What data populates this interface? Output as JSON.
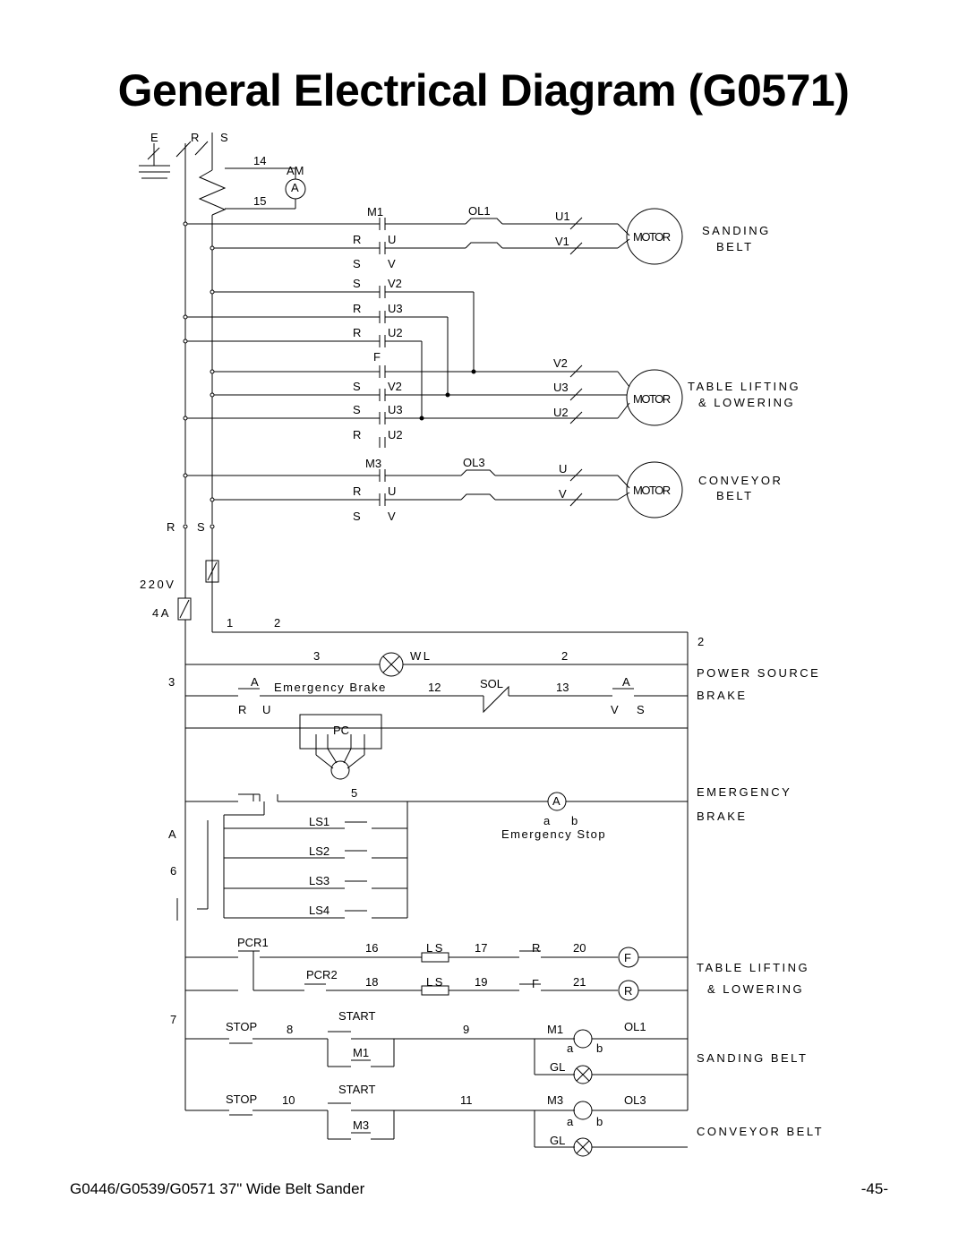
{
  "title": "General Electrical Diagram (G0571)",
  "labels": {
    "e": "E",
    "r": "R",
    "s": "S",
    "u": "U",
    "v": "V",
    "f": "F",
    "n14": "14",
    "n15": "15",
    "am": "AM",
    "ammeter": "A",
    "m1": "M1",
    "m3": "M3",
    "ol1": "OL1",
    "ol3": "OL3",
    "u1": "U1",
    "v1": "V1",
    "u2": "U2",
    "u3": "U3",
    "v2": "V2",
    "motor": "MOTOR",
    "sanding1": "SANDING",
    "belt": "BELT",
    "tl1": "TABLE LIFTING",
    "tl2": "& LOWERING",
    "conveyor": "CONVEYOR",
    "v220": "220V",
    "a4": "4A",
    "n1": "1",
    "n2": "2",
    "n3": "3",
    "n5": "5",
    "n6": "6",
    "n7": "7",
    "n8": "8",
    "n9": "9",
    "n10": "10",
    "n11": "11",
    "n12": "12",
    "n13": "13",
    "n16": "16",
    "n17": "17",
    "n18": "18",
    "n19": "19",
    "n20": "20",
    "n21": "21",
    "wl": "WL",
    "a": "A",
    "emergency_brake": "Emergency Brake",
    "sol": "SOL",
    "pc": "PC",
    "power_source": "POWER SOURCE",
    "brake": "BRAKE",
    "emergency": "EMERGENCY",
    "a_small": "a",
    "b_small": "b",
    "emergency_stop": "Emergency Stop",
    "ls1": "LS1",
    "ls2": "LS2",
    "ls3": "LS3",
    "ls4": "LS4",
    "ls": "LS",
    "pcr1": "PCR1",
    "pcr2": "PCR2",
    "r_circle": "R",
    "table_lifting_lower1": "TABLE LIFTING",
    "table_lifting_lower2": "& LOWERING",
    "stop": "STOP",
    "start": "START",
    "gl": "GL",
    "sanding_belt": "SANDING BELT",
    "conveyor_belt": "CONVEYOR BELT"
  },
  "footer": {
    "manual": "G0446/G0539/G0571 37\" Wide Belt Sander",
    "page": "-45-"
  }
}
